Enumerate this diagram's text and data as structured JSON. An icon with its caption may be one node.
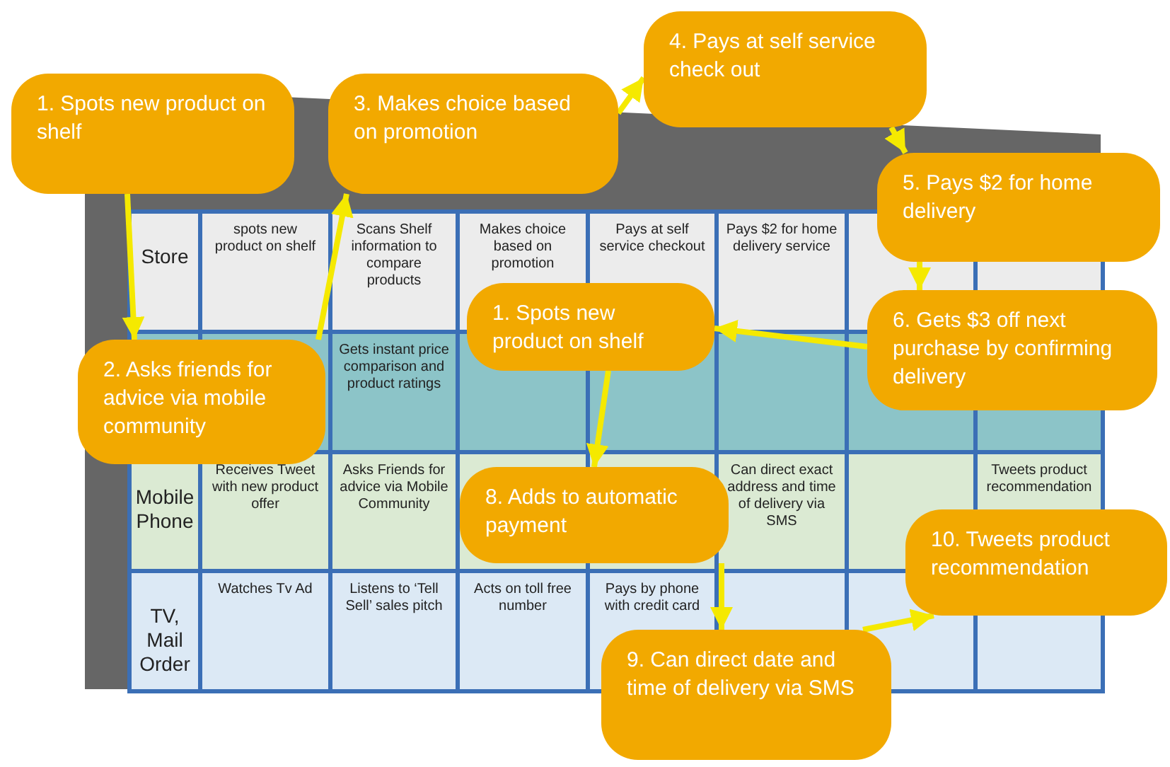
{
  "diagram": {
    "nodes": [
      {
        "text": [
          "1. Spots new product on shelf"
        ]
      },
      {
        "text": [
          "2. Asks friends for advice via mobile community"
        ]
      },
      {
        "text": [
          "3. Makes choice based on promotion"
        ]
      },
      {
        "text": [
          "4. Pays at self service check out"
        ]
      },
      {
        "text": [
          "5. Pays $2 for home delivery"
        ]
      },
      {
        "text": [
          "6. Gets $3 off next purchase by confirming delivery"
        ]
      },
      {
        "text": [
          "1. Spots new product on shelf"
        ]
      },
      {
        "text": [
          "8. Adds to automatic payment"
        ]
      },
      {
        "text": [
          "9. Can direct date and time of delivery via SMS"
        ]
      },
      {
        "text": [
          "10. Tweets product recommendation"
        ]
      }
    ],
    "edges": [
      {
        "from": 0,
        "to": 1,
        "arrow": "to"
      },
      {
        "from": 1,
        "to": 2,
        "arrow": "to"
      },
      {
        "from": 2,
        "to": 3,
        "arrow": "to"
      },
      {
        "from": 3,
        "to": 4,
        "arrow": "to"
      },
      {
        "from": 4,
        "to": 5,
        "arrow": "to"
      },
      {
        "from": 5,
        "to": 6,
        "arrow": "to"
      },
      {
        "from": 6,
        "to": 7,
        "arrow": "to"
      },
      {
        "from": 7,
        "to": 8,
        "arrow": "to"
      },
      {
        "from": 8,
        "to": 9,
        "arrow": "to"
      }
    ],
    "labels": [
      "Store",
      "spots new product on shelf",
      "Scans Shelf information to compare products",
      "Makes choice based on promotion",
      "Pays at self service checkout",
      "Pays $2 for home delivery service",
      "Gets instant price comparison and product ratings",
      "Mobile Phone",
      "Receives Tweet with new product offer",
      "Asks Friends for advice via Mobile Community",
      "Can direct exact address and time of delivery via SMS",
      "Tweets product recommendation",
      "TV, Mail Order",
      "Watches Tv Ad",
      "Listens to ‘Tell Sell’ sales pitch",
      "Acts on toll free number",
      "Pays by phone with credit card"
    ]
  }
}
